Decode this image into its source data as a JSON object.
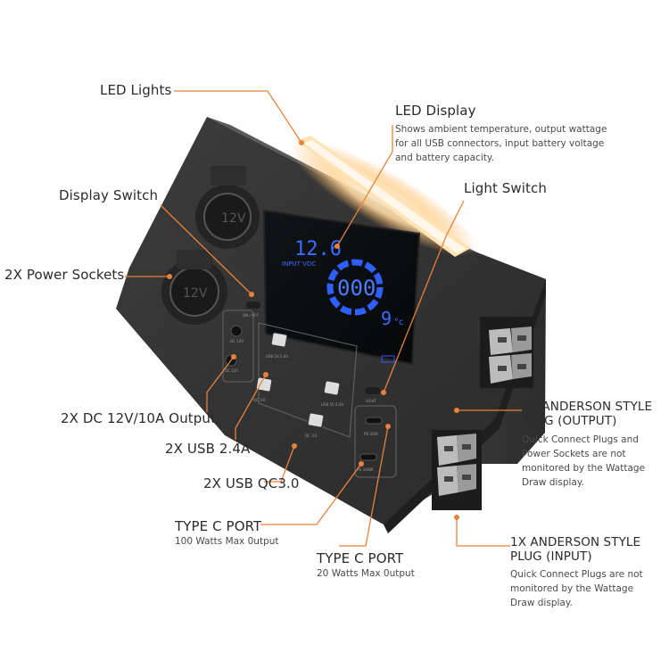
{
  "labels": {
    "led_lights": "LED Lights",
    "led_display": "LED Display",
    "led_display_desc": [
      "Shows ambient temperature, output wattage",
      "for all USB connectors, input battery voltage",
      "and battery capacity."
    ],
    "display_switch": "Display Switch",
    "light_switch": "Light Switch",
    "power_sockets": "2X Power Sockets",
    "dc_output": "2X DC 12V/10A Output",
    "usb_24": "2X USB 2.4A",
    "usb_qc": "2X USB QC3.0",
    "type_c_100": "TYPE C PORT",
    "type_c_100_desc": "100 Watts Max 0utput",
    "type_c_20": "TYPE C PORT",
    "type_c_20_desc": "20 Watts Max 0utput",
    "anderson_out_1": "3X ANDERSON STYLE",
    "anderson_out_2": "PLUG (OUTPUT)",
    "anderson_out_desc": [
      "Quick Connect Plugs and",
      "Power Sockets are not",
      "monitored by the Wattage",
      "Draw display."
    ],
    "anderson_in_1": "1X ANDERSON STYLE",
    "anderson_in_2": "PLUG (INPUT)",
    "anderson_in_desc": [
      "Quick Connect Plugs are not",
      "monitored by the Wattage",
      "Draw display."
    ]
  },
  "display": {
    "voltage": "12.6",
    "voltage_label": "INPUT VDC",
    "wattage": "000",
    "temperature": "9",
    "temp_unit": "°c"
  },
  "panel_marks": {
    "switch_on_off": "ON / OFF",
    "dc_label": "DC 12V",
    "usb_label": "USB 5V 2.4A",
    "qc_label": "QC 3.0",
    "light_label": "LIGHT",
    "pd_20w": "PD 20W",
    "pd_100w": "PD 100W"
  },
  "colors": {
    "accent": "#e8823a",
    "lcd_blue": "#2f5fff",
    "body": "#3a3a3a",
    "led_glow": "#ffd9a0"
  }
}
